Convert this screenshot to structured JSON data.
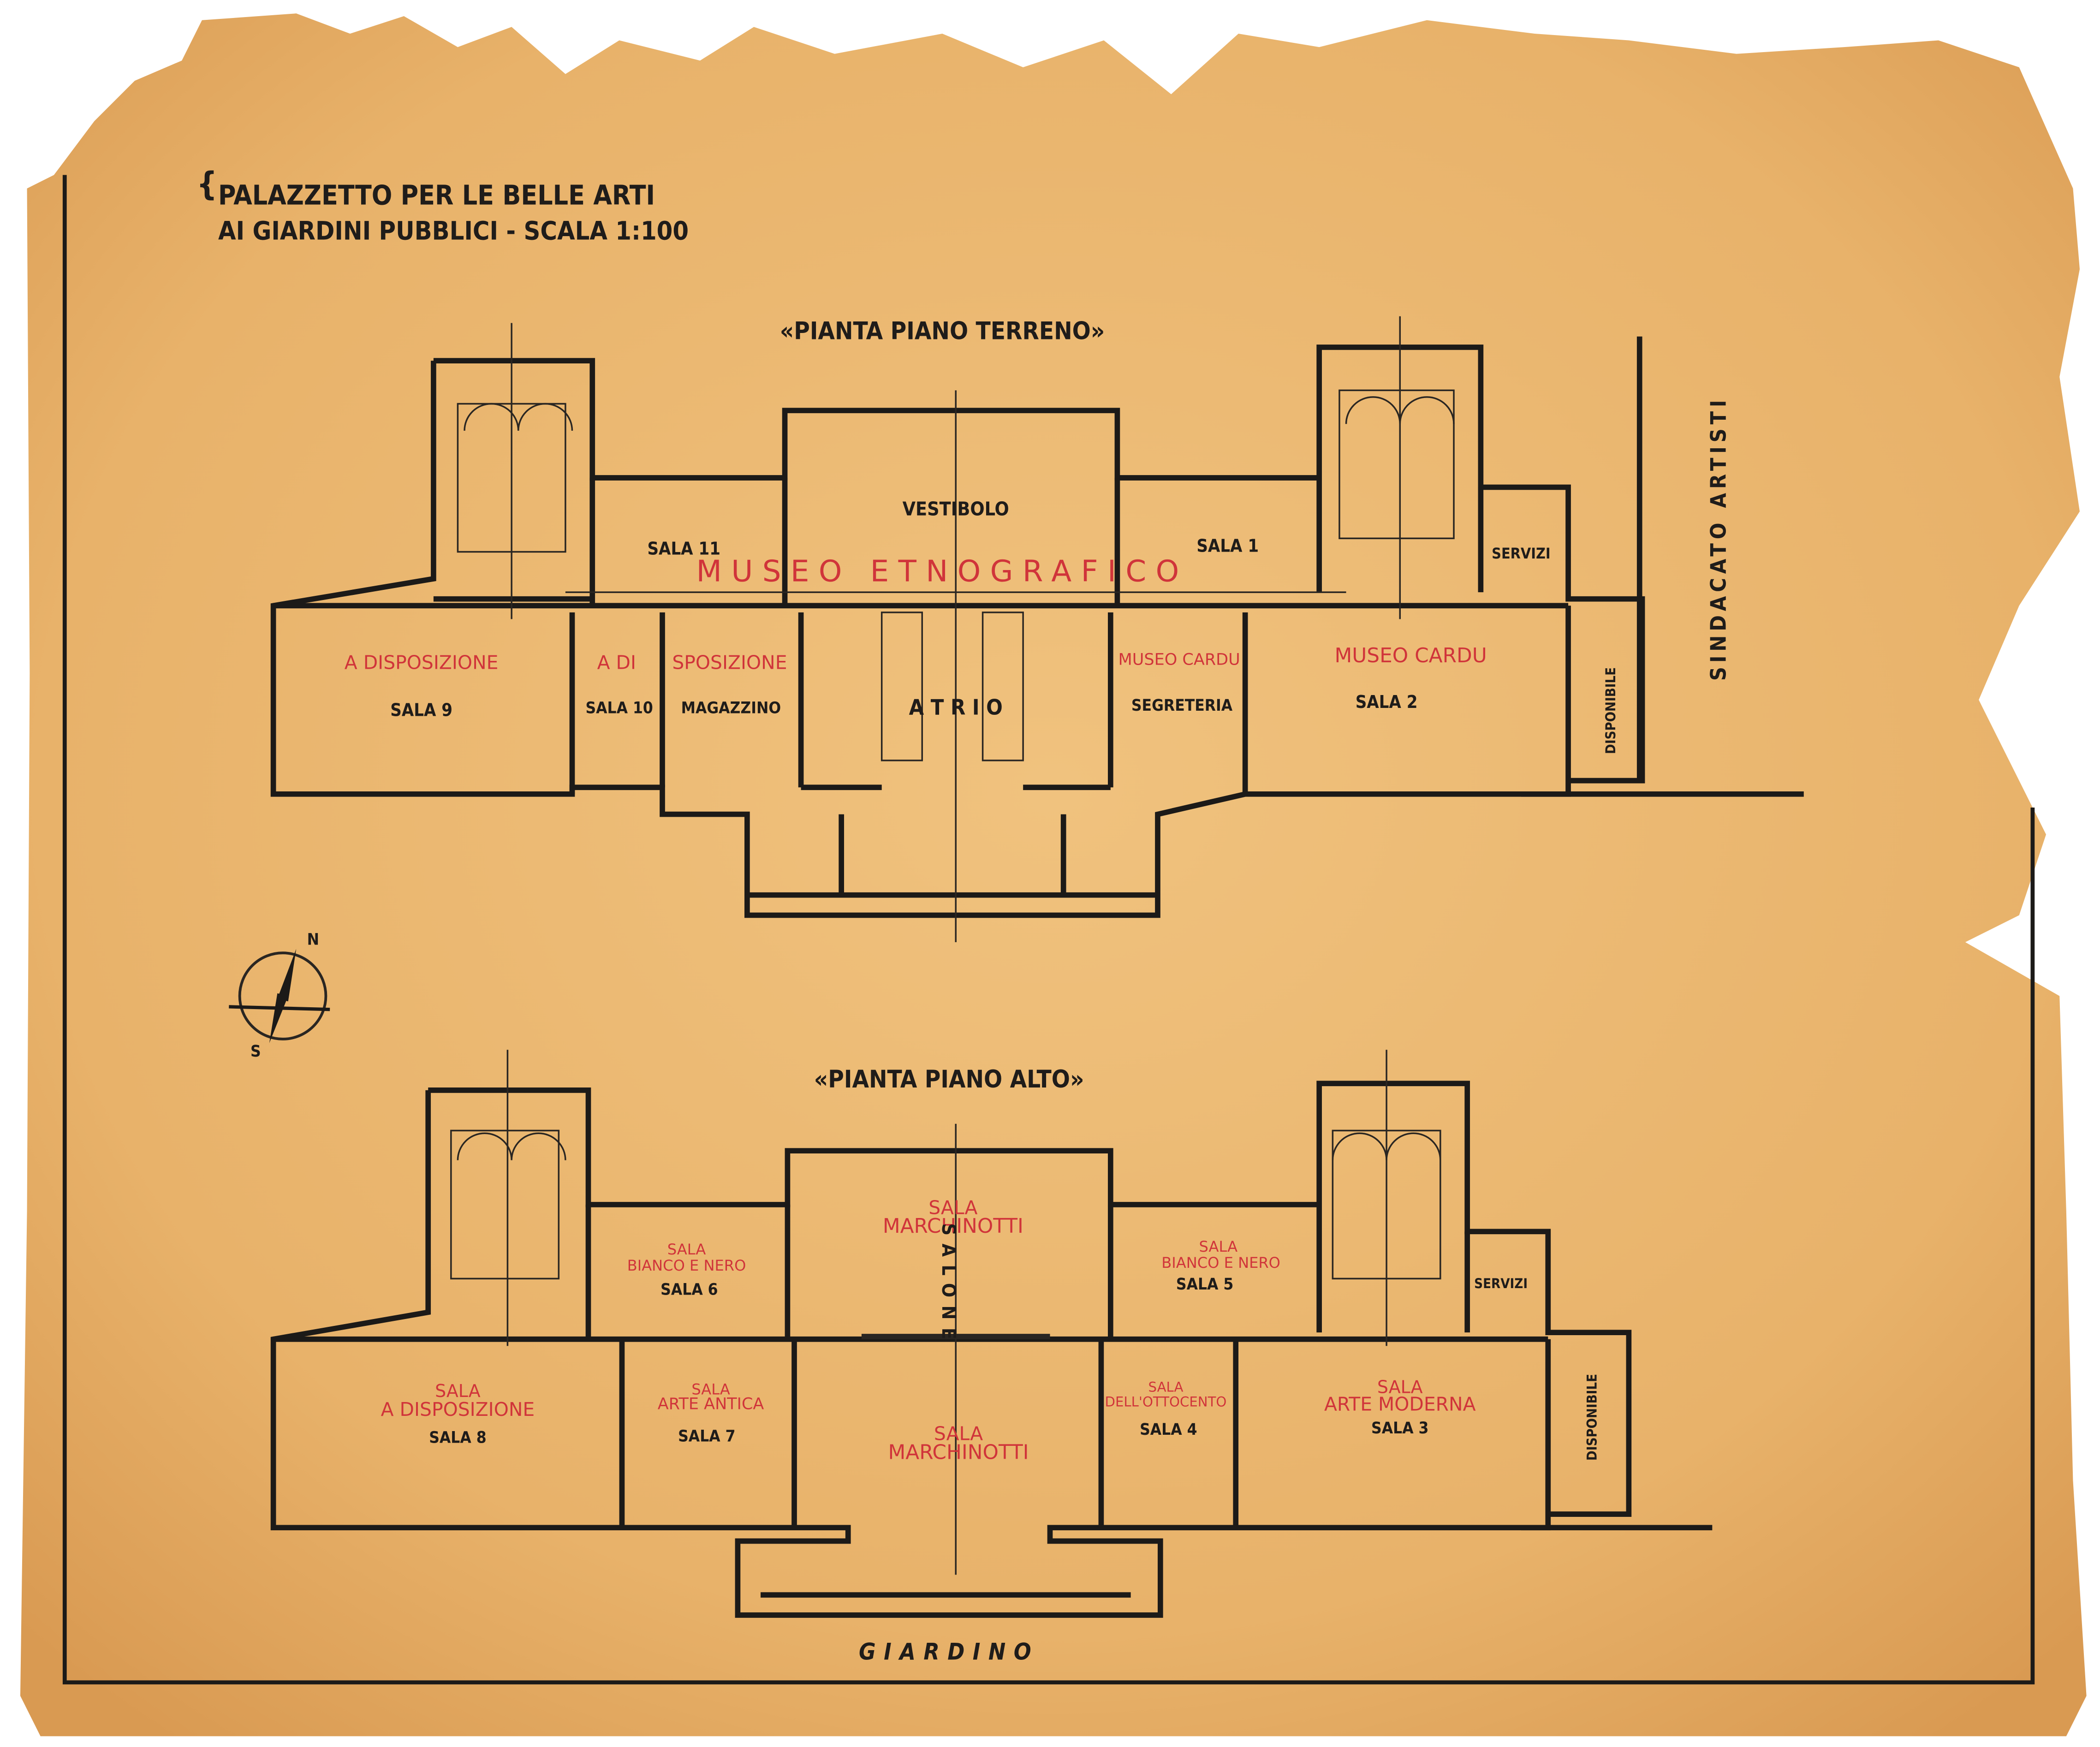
{
  "title": {
    "line1": "PALAZZETTO PER LE BELLE ARTI",
    "line2": "AI GIARDINI PUBBLICI - SCALA 1:100"
  },
  "ground_floor": {
    "heading": "«PIANTA PIANO TERRENO»",
    "museum_label": "MUSEO ETNOGRAFICO",
    "rooms": {
      "vestibolo": "VESTIBOLO",
      "sala11": "SALA 11",
      "sala1": "SALA 1",
      "servizi": "SERVIZI",
      "sala9_use": "A DISPOSIZIONE",
      "sala9": "SALA 9",
      "sala10_use": "A DI",
      "sala10": "SALA 10",
      "magazzino_use": "SPOSIZIONE",
      "magazzino": "MAGAZZINO",
      "atrio": "A T R I O",
      "segreteria_use": "MUSEO CARDU",
      "segreteria": "SEGRETERIA",
      "sala2_use": "MUSEO CARDU",
      "sala2": "SALA 2",
      "disponibile": "DISPONIBILE"
    },
    "side_label": "SINDACATO ARTISTI"
  },
  "upper_floor": {
    "heading": "«PIANTA PIANO ALTO»",
    "rooms": {
      "marchinotti_top_1": "SALA",
      "marchinotti_top_2": "MARCHINOTTI",
      "salone": "SALONE",
      "sala6_1": "SALA",
      "sala6_2": "BIANCO E NERO",
      "sala6": "SALA 6",
      "sala5_1": "SALA",
      "sala5_2": "BIANCO E NERO",
      "sala5": "SALA 5",
      "servizi": "SERVIZI",
      "sala8_1": "SALA",
      "sala8_2": "A DISPOSIZIONE",
      "sala8": "SALA 8",
      "sala7_1": "SALA",
      "sala7_2": "ARTE ANTICA",
      "sala7": "SALA 7",
      "marchinotti_bot_1": "SALA",
      "marchinotti_bot_2": "MARCHINOTTI",
      "sala4_1": "SALA",
      "sala4_2": "DELL'OTTOCENTO",
      "sala4": "SALA 4",
      "sala3_1": "SALA",
      "sala3_2": "ARTE MODERNA",
      "sala3": "SALA 3",
      "disponibile": "DISPONIBILE"
    }
  },
  "garden_label": "GIARDINO",
  "compass": {
    "north": "N",
    "south": "S"
  },
  "colors": {
    "paper": "#e9b56e",
    "ink": "#1c1a18",
    "red_ink": "#d0343a"
  }
}
